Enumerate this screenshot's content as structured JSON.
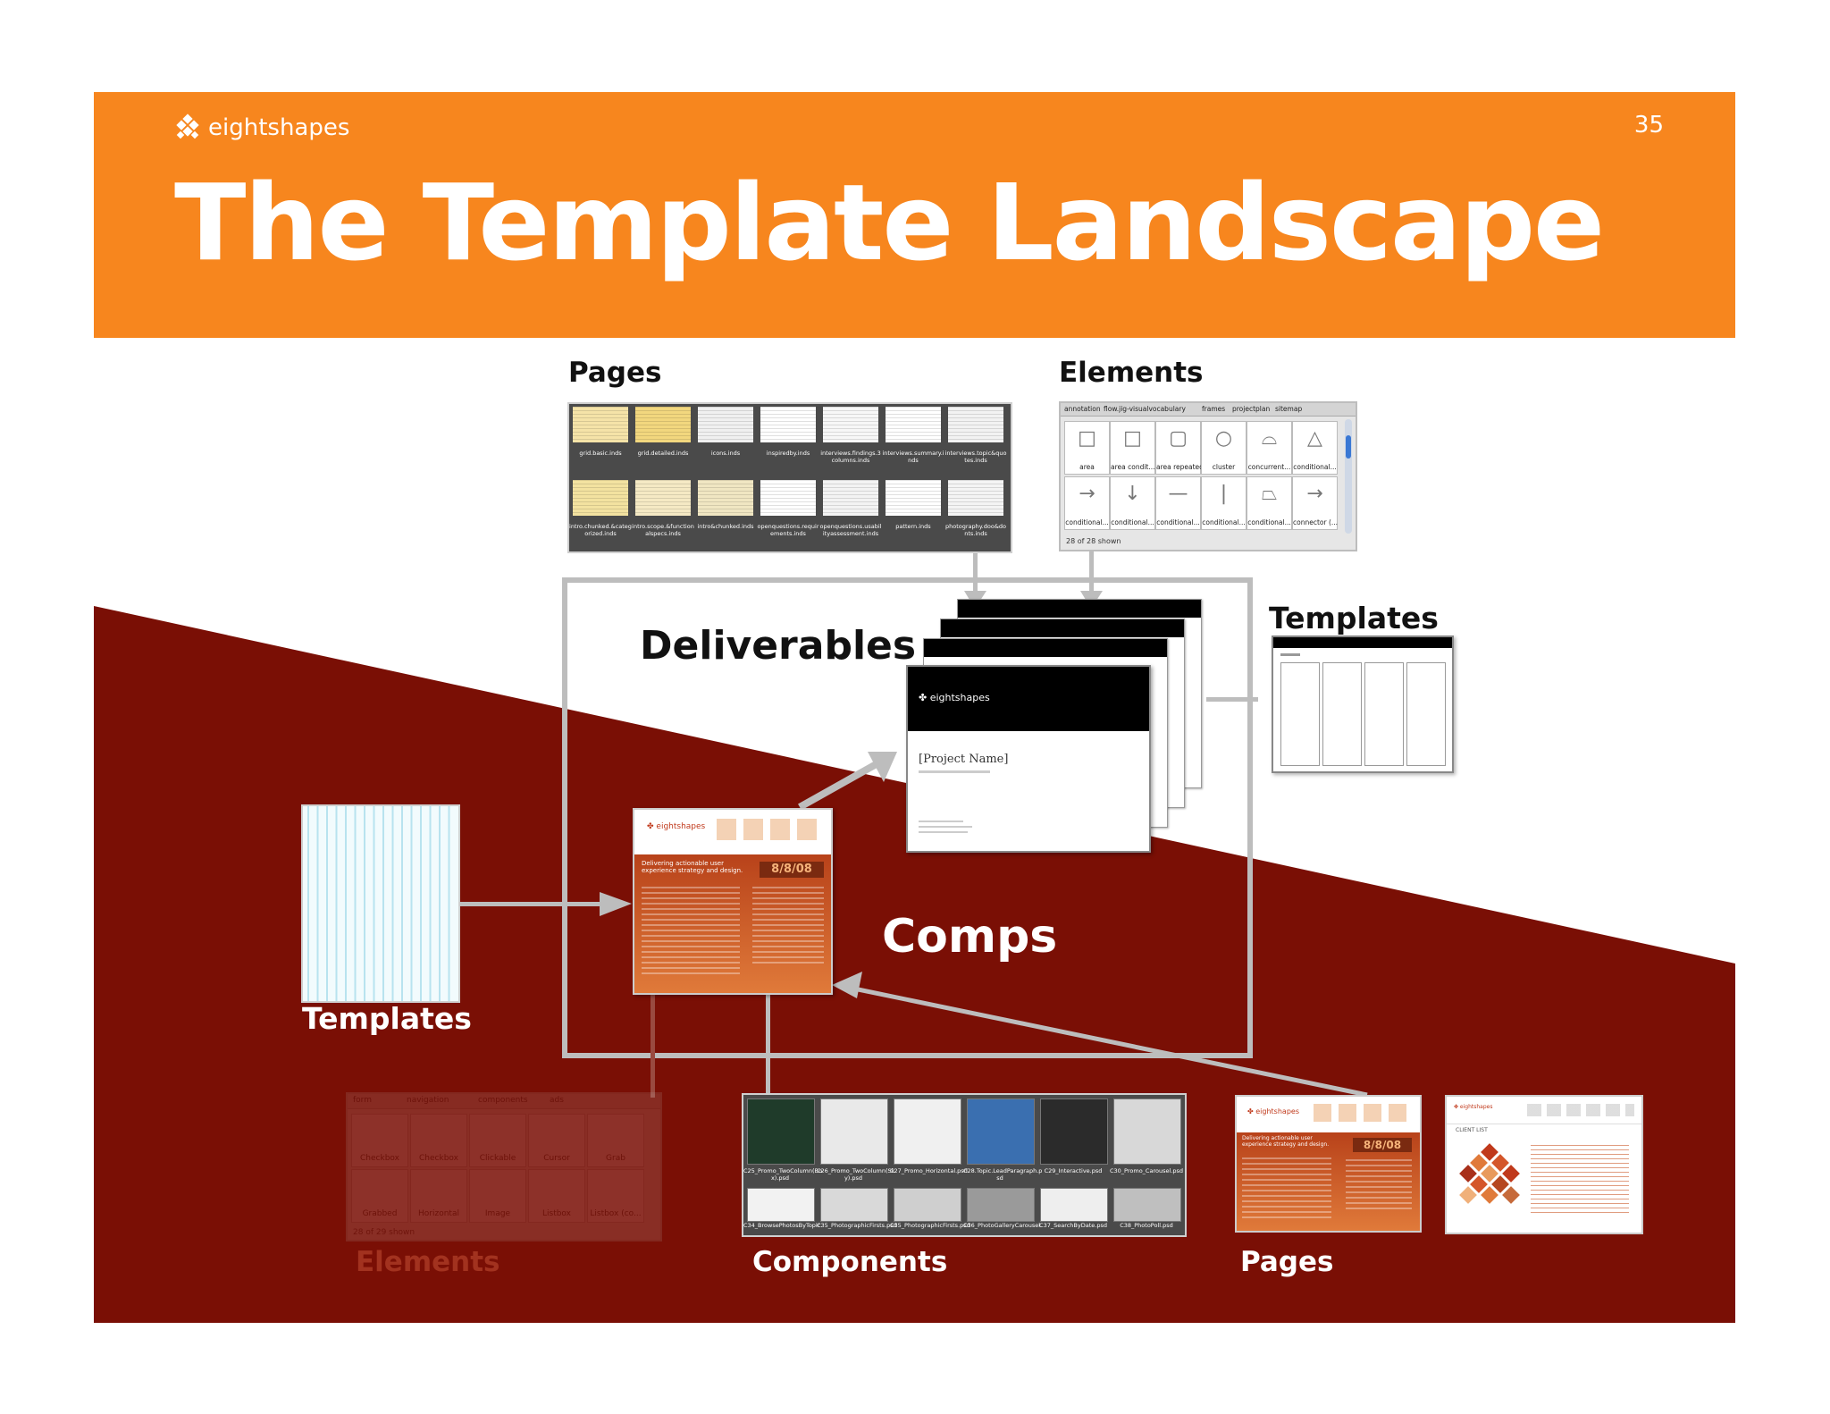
{
  "slide": {
    "brand": "eightshapes",
    "number": "35",
    "title": "The Template Landscape"
  },
  "labels": {
    "pages_top": "Pages",
    "elements_top": "Elements",
    "deliverables": "Deliverables",
    "templates_right": "Templates",
    "templates_left": "Templates",
    "comps": "Comps",
    "elements_bottom": "Elements",
    "components": "Components",
    "pages_bottom": "Pages"
  },
  "pages_panel": {
    "files": [
      "grid.basic.inds",
      "grid.detailed.inds",
      "icons.inds",
      "inspiredby.inds",
      "interviews.findings.3 columns.inds",
      "interviews.summary.i nds",
      "interviews.topic&quo tes.inds",
      "intro.chunked.&categ orized.inds",
      "intro.scope.&function alspecs.inds",
      "intro&chunked.inds",
      "openquestions.requir ements.inds",
      "openquestions.usabil ityassessment.inds",
      "pattern.inds",
      "photography.doo&do nts.inds"
    ]
  },
  "elements_panel": {
    "tabs": [
      "annotation",
      "flow.jig-visualvocabulary",
      "frames",
      "projectplan",
      "sitemap"
    ],
    "cells": [
      "area",
      "area condit...",
      "area repeated",
      "cluster",
      "concurrent...",
      "conditional...",
      "conditional...",
      "conditional...",
      "conditional...",
      "conditional...",
      "conditional...",
      "connector (..."
    ],
    "status": "28 of 28 shown"
  },
  "deliverable_doc": {
    "brand": "eightshapes",
    "project_name": "[Project Name]"
  },
  "comp": {
    "brand": "eightshapes",
    "tagline": "Delivering actionable user experience strategy and design.",
    "date_badge": "8/8/08"
  },
  "elements_faded_panel": {
    "tabs": [
      "form",
      "navigation",
      "components",
      "ads"
    ],
    "cells": [
      "Checkbox",
      "Checkbox",
      "Clickable",
      "Cursor",
      "Grab",
      "Grabbed",
      "Horizontal",
      "Image",
      "Listbox",
      "Listbox (co..."
    ],
    "status": "28 of 29 shown"
  },
  "components_panel": {
    "files_row1": [
      "C25_Promo_TwoColumn(Bo x).psd",
      "C26_Promo_TwoColumn(Sk y).psd",
      "C27_Promo_Horizontal.psd",
      "C28.Topic.LeadParagraph.p sd",
      "C29_Interactive.psd",
      "C30_Promo_Carousel.psd"
    ],
    "files_row2": [
      "C34_BrowsePhotosByTopic.",
      "C35_PhotographicFirsts.psd",
      "C35_PhotographicFirsts.psd",
      "C36_PhotoGalleryCarousel.",
      "C37_SearchByDate.psd",
      "C38_PhotoPoll.psd"
    ]
  },
  "pages_bottom_panel": {
    "page1_brand": "eightshapes",
    "page1_tagline": "Delivering actionable user experience strategy and design.",
    "page1_badge": "8/8/08",
    "page2_heading": "CLIENT LIST"
  },
  "colors": {
    "header_orange": "#F7861E",
    "dark_red": "#7A0F05",
    "arrow_gray": "#BDBDBD",
    "panel_gray": "#4A4A4A"
  }
}
